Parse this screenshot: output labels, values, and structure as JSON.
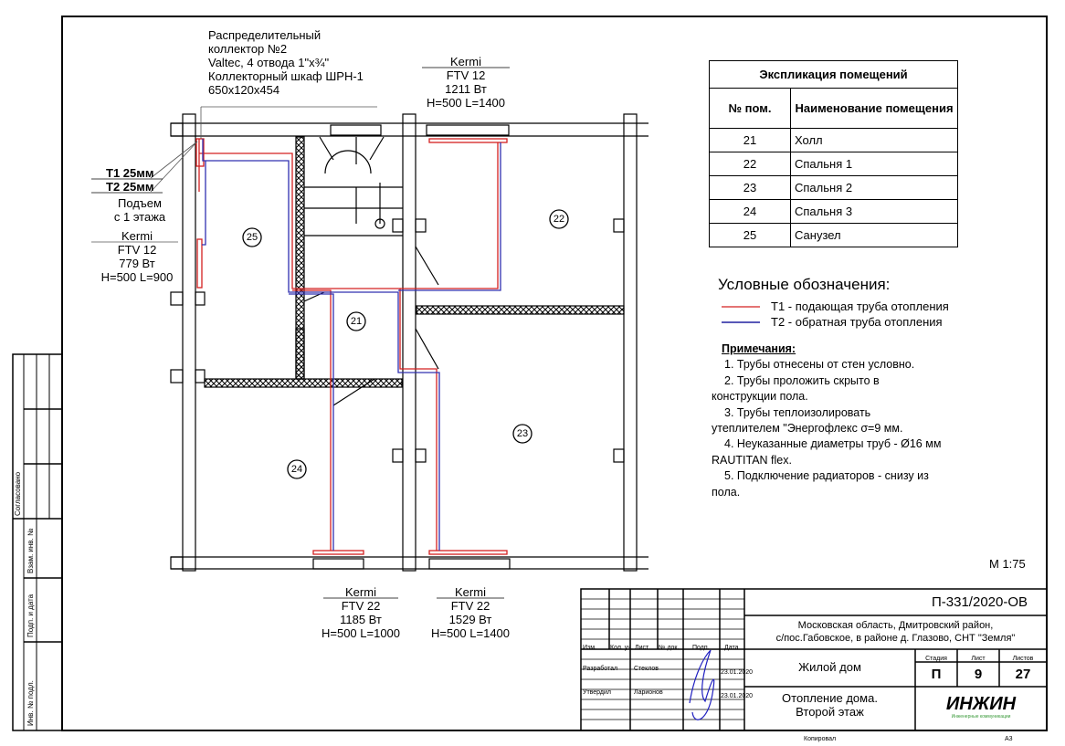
{
  "collector": {
    "lines": [
      "Распределительный",
      "коллектор №2",
      "Valtec, 4 отвода 1\"x¾\"",
      "Коллекторный шкаф ШРН-1",
      "650x120x454"
    ]
  },
  "riser": {
    "t1": "Т1 25мм",
    "t2": "Т2 25мм",
    "lines": [
      "Подъем",
      "с 1 этажа"
    ]
  },
  "radiators": [
    {
      "brand": "Kermi",
      "model": "FTV 12",
      "power": "779 Вт",
      "size": "H=500 L=900"
    },
    {
      "brand": "Kermi",
      "model": "FTV 12",
      "power": "1211 Вт",
      "size": "H=500 L=1400"
    },
    {
      "brand": "Kermi",
      "model": "FTV 22",
      "power": "1185 Вт",
      "size": "H=500 L=1000"
    },
    {
      "brand": "Kermi",
      "model": "FTV 22",
      "power": "1529 Вт",
      "size": "H=500 L=1400"
    }
  ],
  "rooms": [
    "21",
    "22",
    "23",
    "24",
    "25"
  ],
  "explication": {
    "title": "Экспликация помещений",
    "col_num": "№ пом.",
    "col_name": "Наименование помещения",
    "rows": [
      {
        "num": "21",
        "name": "Холл"
      },
      {
        "num": "22",
        "name": "Спальня 1"
      },
      {
        "num": "23",
        "name": "Спальня 2"
      },
      {
        "num": "24",
        "name": "Спальня 3"
      },
      {
        "num": "25",
        "name": "Санузел"
      }
    ]
  },
  "legend": {
    "title": "Условные обозначения:",
    "items": [
      {
        "label": "Т1 - подающая труба отопления",
        "color": "#d42020"
      },
      {
        "label": "Т2 - обратная труба отопления",
        "color": "#2020a0"
      }
    ]
  },
  "notes": {
    "title": "Примечания:",
    "items": [
      "1.    Трубы отнесены от стен условно.",
      "2.    Трубы проложить скрыто в",
      "конструкции пола.",
      "3.    Трубы теплоизолировать",
      "утеплителем \"Энергофлекс σ=9 мм.",
      "4.    Неуказанные диаметры труб - Ø16 мм",
      "RAUTITAN flex.",
      "5.    Подключение радиаторов - снизу из",
      "пола."
    ]
  },
  "scale": "М 1:75",
  "side_stamp": [
    "Согласовано",
    "Взам. инв. №",
    "Подп. и дата",
    "Инв. № подл."
  ],
  "title_block": {
    "code": "П-331/2020-ОВ",
    "address": [
      "Московская область, Дмитровский район,",
      "с/пос.Габовское, в районе д. Глазово, СНТ \"Земля\""
    ],
    "headers": [
      "Изм.",
      "Кол. уч.",
      "Лист",
      "№ док.",
      "Подп.",
      "Дата"
    ],
    "developed_label": "Разработал",
    "developed_name": "Стеклов",
    "developed_date": "23.01.2020",
    "approved_label": "Утвердил",
    "approved_name": "Ларионов",
    "approved_date": "23.01.2020",
    "object": "Жилой дом",
    "stage_label": "Стадия",
    "sheet_label": "Лист",
    "sheets_label": "Листов",
    "stage": "П",
    "sheet": "9",
    "sheets": "27",
    "drawing": [
      "Отопление дома.",
      "Второй этаж"
    ],
    "logo": "ИНЖИН",
    "logo_sub": "Инженерные коммуникации",
    "copied": "Копировал",
    "format": "А3"
  }
}
